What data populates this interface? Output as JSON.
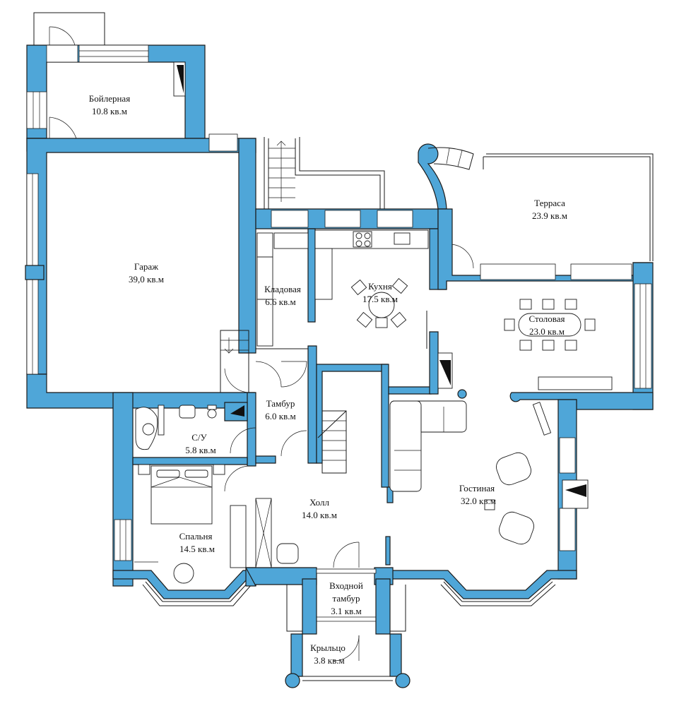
{
  "rooms": {
    "boiler": {
      "name": "Бойлерная",
      "area": "10.8 кв.м"
    },
    "garage": {
      "name": "Гараж",
      "area": "39,0 кв.м"
    },
    "storage": {
      "name": "Кладовая",
      "area": "6.6 кв.м"
    },
    "kitchen": {
      "name": "Кухня",
      "area": "17.5 кв.м"
    },
    "terrace": {
      "name": "Терраса",
      "area": "23.9 кв.м"
    },
    "dining": {
      "name": "Столовая",
      "area": "23.0 кв.м"
    },
    "vestibule": {
      "name": "Тамбур",
      "area": "6.0 кв.м"
    },
    "bathroom": {
      "name": "С/У",
      "area": "5.8 кв.м"
    },
    "hall": {
      "name": "Холл",
      "area": "14.0 кв.м"
    },
    "living": {
      "name": "Гостиная",
      "area": "32.0 кв.м"
    },
    "bedroom": {
      "name": "Спальня",
      "area": "14.5 кв.м"
    },
    "entrance": {
      "name": "Входной",
      "name2": "тамбур",
      "area": "3.1 кв.м"
    },
    "porch": {
      "name": "Крыльцо",
      "area": "3.8 кв.м"
    }
  },
  "colors": {
    "wall": "#4fa6d8",
    "line": "#1a1a1a",
    "background": "#ffffff"
  }
}
